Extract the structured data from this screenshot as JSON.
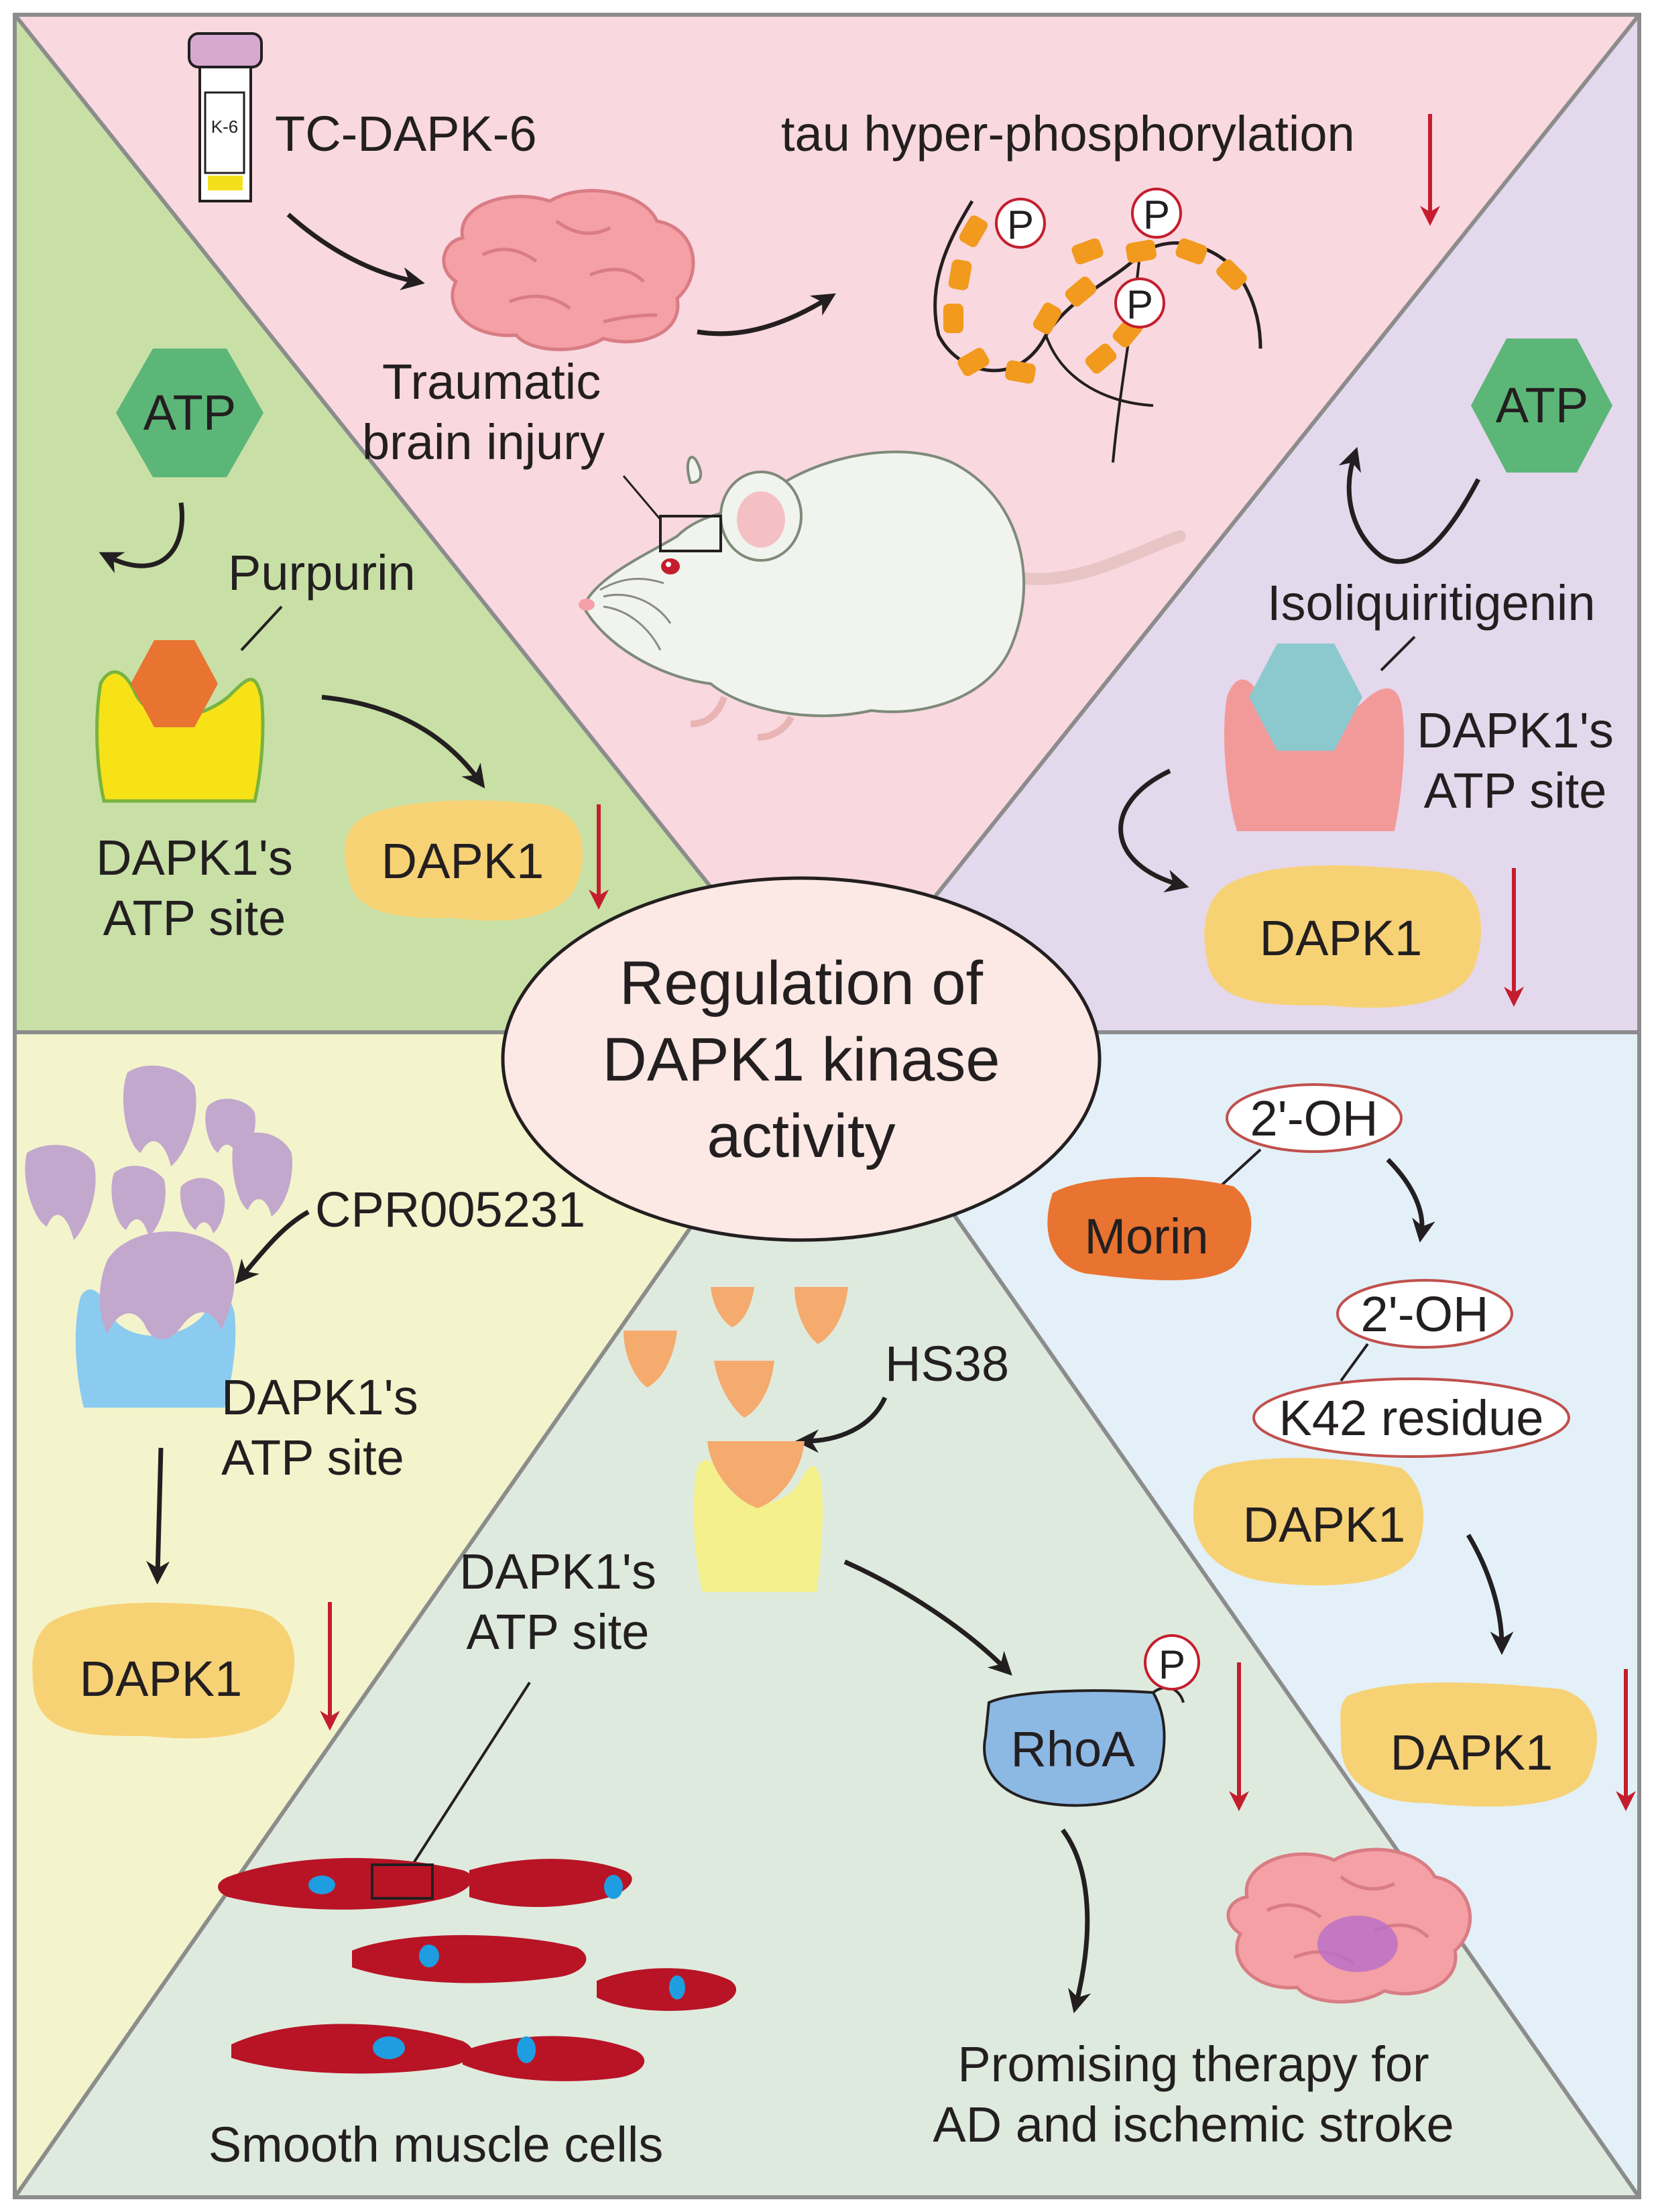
{
  "colors": {
    "top": "#f9d8e0",
    "left_top": "#c8e0a6",
    "right_top": "#e4d8ec",
    "left_bottom": "#f4f4cc",
    "bottom": "#dfeade",
    "right_bottom": "#e3f0f8",
    "border": "#8c8c8c",
    "atp_hex": "#5cb678",
    "dapk1": "#f7d275",
    "arrow_down": "#c41e2e",
    "orange": "#f29a1e",
    "muscle": "#b81426",
    "nucleus": "#1e9ee0",
    "rhoa": "#8cb8e4"
  },
  "center": {
    "line1": "Regulation of",
    "line2": "DAPK1 kinase",
    "line3": "activity"
  },
  "top": {
    "drug_name": "TC-DAPK-6",
    "vial_label": "K-6",
    "tau_label": "tau hyper-phosphorylation",
    "injury_line1": "Traumatic",
    "injury_line2": "brain injury",
    "phospho": [
      "P",
      "P",
      "P"
    ]
  },
  "left_top": {
    "atp": "ATP",
    "compound": "Purpurin",
    "site_line1": "DAPK1's",
    "site_line2": "ATP site",
    "dapk1": "DAPK1"
  },
  "right_top": {
    "atp": "ATP",
    "compound": "Isoliquiritigenin",
    "site_line1": "DAPK1's",
    "site_line2": "ATP site",
    "dapk1": "DAPK1"
  },
  "left_bottom": {
    "compound": "CPR005231",
    "site_line1": "DAPK1's",
    "site_line2": "ATP site",
    "dapk1": "DAPK1"
  },
  "bottom": {
    "compound": "HS38",
    "site_line1": "DAPK1's",
    "site_line2": "ATP site",
    "rhoa": "RhoA",
    "phospho": "P",
    "cells_label": "Smooth muscle cells",
    "therapy_line1": "Promising therapy for",
    "therapy_line2": "AD and ischemic stroke"
  },
  "right_bottom": {
    "group1": "2'-OH",
    "compound": "Morin",
    "group2": "2'-OH",
    "residue": "K42 residue",
    "dapk1_a": "DAPK1",
    "dapk1_b": "DAPK1"
  }
}
